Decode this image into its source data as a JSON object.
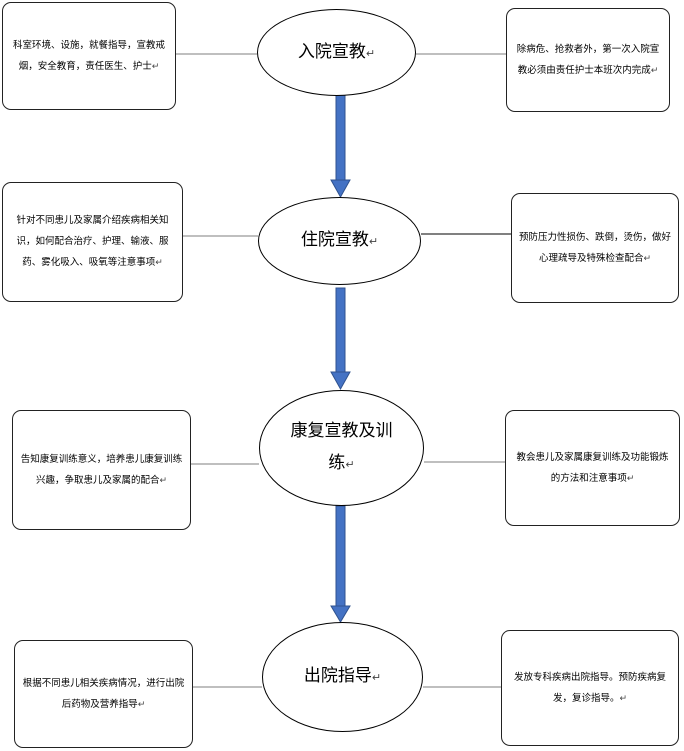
{
  "stages": [
    {
      "title": "入院宣教",
      "left": "科室环境、设施，就餐指导，宣教戒烟，安全教育，责任医生、护士",
      "right": "除病危、抢救者外，第一次入院宣教必须由责任护士本班次内完成"
    },
    {
      "title": "住院宣教",
      "left": "针对不同患儿及家属介绍疾病相关知识，如何配合治疗、护理、输液、服药、雾化吸入、吸氧等注意事项",
      "right": "预防压力性损伤、跌倒，烫伤，做好心理疏导及特殊检查配合"
    },
    {
      "title": "康复宣教及训练",
      "left": "告知康复训练意义，培养患儿康复训练兴趣，争取患儿及家属的配合",
      "right": "教会患儿及家属康复训练及功能锻炼的方法和注意事项"
    },
    {
      "title": "出院指导",
      "left": "根据不同患儿相关疾病情况，进行出院后药物及营养指导",
      "right": "发放专科疾病出院指导。预防疾病复发，复诊指导。"
    }
  ],
  "paragraph_mark": "↵",
  "colors": {
    "arrow": "#4472c4",
    "arrow_stroke": "#2f528f",
    "border": "#222222",
    "line": "#7f7f7f"
  }
}
